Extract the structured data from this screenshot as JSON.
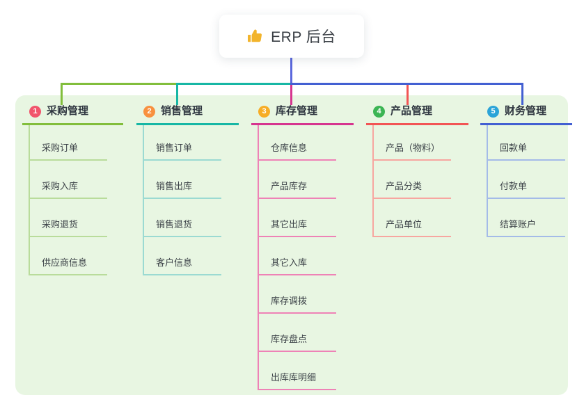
{
  "root": {
    "title": "ERP 后台",
    "icon": "thumbs-up-icon",
    "icon_color": "#f2b42c",
    "stem_color": "#5b68dd"
  },
  "panel_color": "#e8f6e2",
  "branches": [
    {
      "index": "1",
      "title": "采购管理",
      "badge_color": "#f1556c",
      "line_color": "#82be3c",
      "child_line_color": "#b9dc9b",
      "children": [
        "采购订单",
        "采购入库",
        "采购退货",
        "供应商信息"
      ]
    },
    {
      "index": "2",
      "title": "销售管理",
      "badge_color": "#f8913f",
      "line_color": "#17b7a5",
      "child_line_color": "#9bdad2",
      "children": [
        "销售订单",
        "销售出库",
        "销售退货",
        "客户信息"
      ]
    },
    {
      "index": "3",
      "title": "库存管理",
      "badge_color": "#f7ad26",
      "line_color": "#d6358f",
      "child_line_color": "#ee82b6",
      "children": [
        "仓库信息",
        "产品库存",
        "其它出库",
        "其它入库",
        "库存调拨",
        "库存盘点",
        "出库库明细"
      ]
    },
    {
      "index": "4",
      "title": "产品管理",
      "badge_color": "#3cb554",
      "line_color": "#f25555",
      "child_line_color": "#f7a6a0",
      "children": [
        "产品（物料）",
        "产品分类",
        "产品单位"
      ]
    },
    {
      "index": "5",
      "title": "财务管理",
      "badge_color": "#2ba4d8",
      "line_color": "#4360d2",
      "child_line_color": "#a4bbe8",
      "children": [
        "回款单",
        "付款单",
        "结算账户"
      ]
    }
  ]
}
